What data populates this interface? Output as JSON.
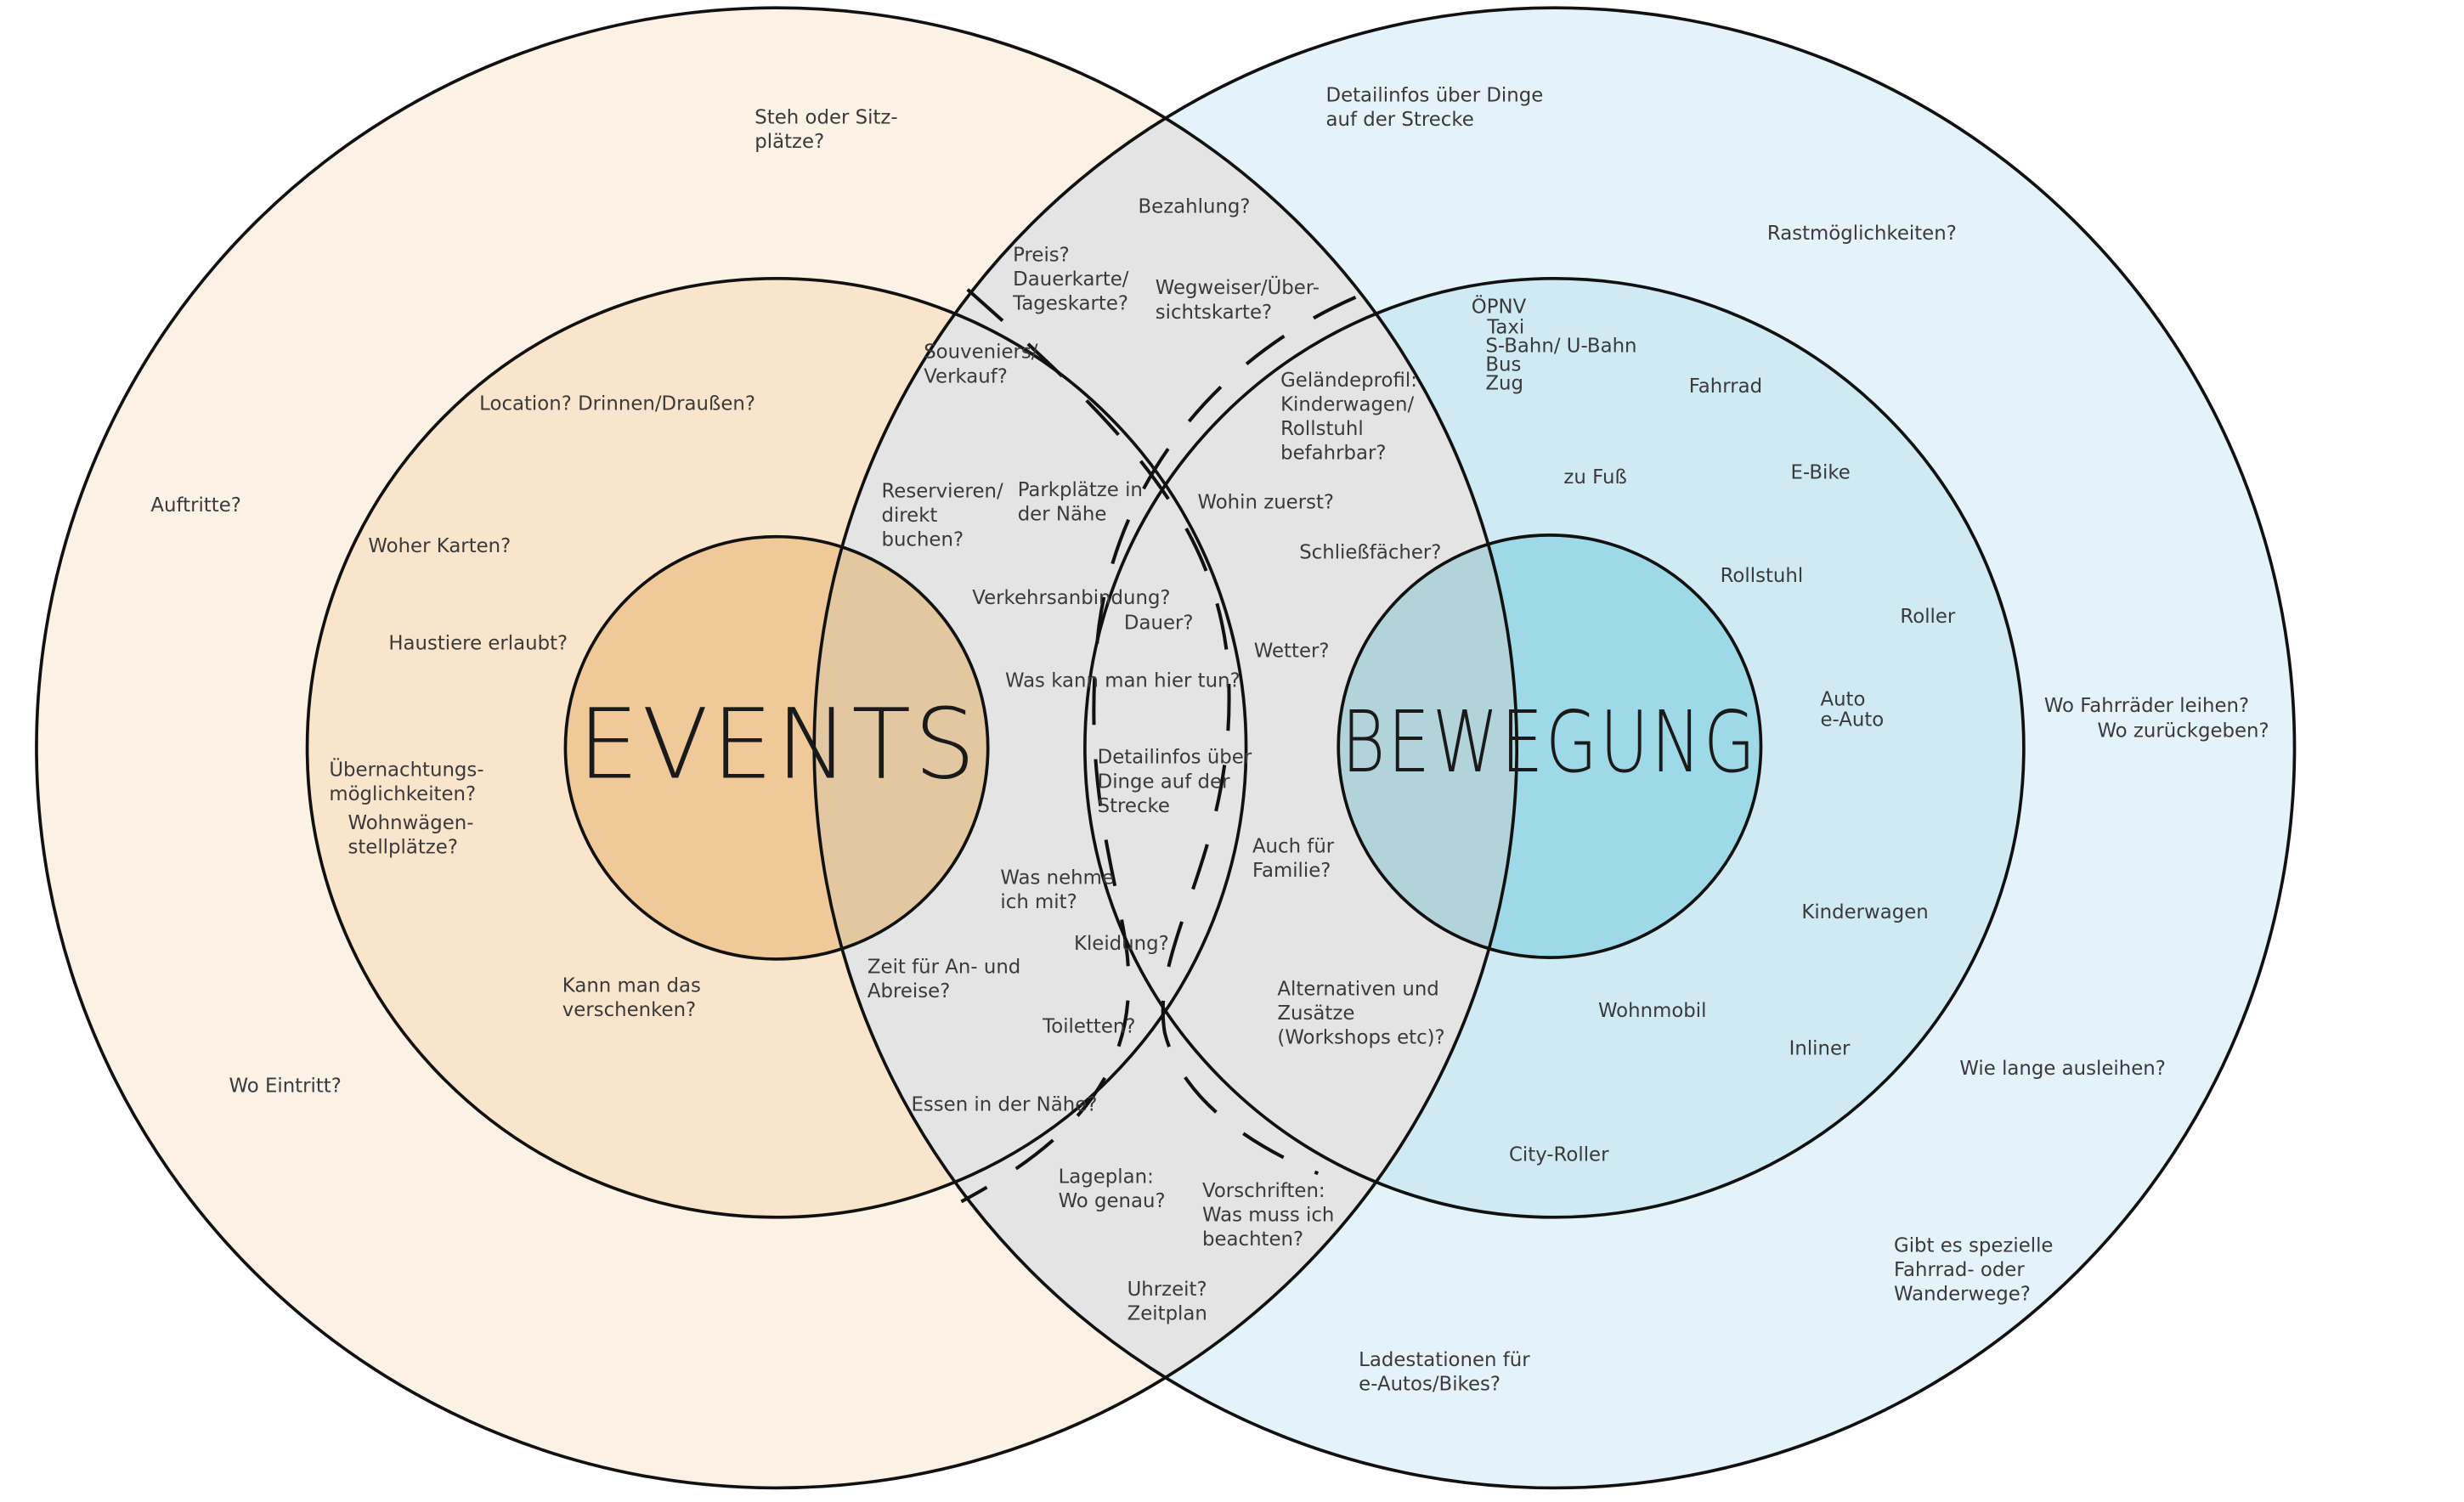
{
  "colors": {
    "events_outer": "#fbf1e4",
    "events_inner": "#f8e5cc",
    "events_core": "#efc998",
    "overlap": "#e4e4e4",
    "bewegung_outer": "#e3f3f9",
    "bewegung_inner": "#d0eaf4",
    "bewegung_core": "#9dd9e6",
    "core_overlap_events": "#e3c7a0",
    "core_overlap_bewegung": "#b3d3da",
    "stroke": "#111111"
  },
  "diagram": {
    "events_title": "EVENTS",
    "bewegung_title": "BEWEGUNG",
    "labels": [
      {
        "id": "steh",
        "lines": [
          "Steh oder Sitz-",
          "plätze?"
        ]
      },
      {
        "id": "auftritte",
        "lines": [
          "Auftritte?"
        ]
      },
      {
        "id": "location",
        "lines": [
          "Location? Drinnen/Draußen?"
        ]
      },
      {
        "id": "woher-karten",
        "lines": [
          "Woher Karten?"
        ]
      },
      {
        "id": "haustiere",
        "lines": [
          "Haustiere erlaubt?"
        ]
      },
      {
        "id": "uebernachtung",
        "lines": [
          "Übernachtungs-",
          "möglichkeiten?"
        ]
      },
      {
        "id": "wohnwagen",
        "lines": [
          "Wohnwägen-",
          "stellplätze?"
        ]
      },
      {
        "id": "verschenken",
        "lines": [
          "Kann man das",
          "verschenken?"
        ]
      },
      {
        "id": "wo-eintritt",
        "lines": [
          "Wo Eintritt?"
        ]
      },
      {
        "id": "bezahlung",
        "lines": [
          "Bezahlung?"
        ]
      },
      {
        "id": "preis",
        "lines": [
          "Preis?",
          "Dauerkarte/",
          "Tageskarte?"
        ]
      },
      {
        "id": "wegweiser",
        "lines": [
          "Wegweiser/Über-",
          "sichtskarte?"
        ]
      },
      {
        "id": "souvenirs",
        "lines": [
          "Souveniers/",
          "Verkauf?"
        ]
      },
      {
        "id": "gelaendeprofil",
        "lines": [
          "Geländeprofil:",
          "Kinderwagen/",
          "Rollstuhl",
          "befahrbar?"
        ]
      },
      {
        "id": "reservieren",
        "lines": [
          "Reservieren/",
          "direkt",
          "buchen?"
        ]
      },
      {
        "id": "parkplaetze",
        "lines": [
          "Parkplätze in",
          "der Nähe"
        ]
      },
      {
        "id": "wohin",
        "lines": [
          "Wohin zuerst?"
        ]
      },
      {
        "id": "schliessfaecher",
        "lines": [
          "Schließfächer?"
        ]
      },
      {
        "id": "verkehrsanbindung",
        "lines": [
          "Verkehrsanbindung?"
        ]
      },
      {
        "id": "dauer",
        "lines": [
          "Dauer?"
        ]
      },
      {
        "id": "wetter",
        "lines": [
          "Wetter?"
        ]
      },
      {
        "id": "was-kann-man",
        "lines": [
          "Was kann man hier tun?"
        ]
      },
      {
        "id": "detailinfos-mid",
        "lines": [
          "Detailinfos über",
          "Dinge auf der",
          "Strecke"
        ]
      },
      {
        "id": "auch-familie",
        "lines": [
          "Auch für",
          "Familie?"
        ]
      },
      {
        "id": "was-nehme",
        "lines": [
          "Was nehme",
          "ich mit?"
        ]
      },
      {
        "id": "kleidung",
        "lines": [
          "Kleidung?"
        ]
      },
      {
        "id": "zeit-an-abreise",
        "lines": [
          "Zeit für An- und",
          "Abreise?"
        ]
      },
      {
        "id": "alternativen",
        "lines": [
          "Alternativen und",
          "Zusätze",
          "(Workshops etc)?"
        ]
      },
      {
        "id": "toiletten",
        "lines": [
          "Toiletten?"
        ]
      },
      {
        "id": "essen",
        "lines": [
          "Essen in der Nähe?"
        ]
      },
      {
        "id": "lageplan",
        "lines": [
          "Lageplan:",
          "Wo genau?"
        ]
      },
      {
        "id": "vorschriften",
        "lines": [
          "Vorschriften:",
          "Was muss ich",
          "beachten?"
        ]
      },
      {
        "id": "uhrzeit",
        "lines": [
          "Uhrzeit?",
          "Zeitplan"
        ]
      },
      {
        "id": "detailinfos-top",
        "lines": [
          "Detailinfos über Dinge",
          "auf der Strecke"
        ]
      },
      {
        "id": "rast",
        "lines": [
          "Rastmöglichkeiten?"
        ]
      },
      {
        "id": "oepnv",
        "lines": [
          "ÖPNV"
        ]
      },
      {
        "id": "taxi",
        "lines": [
          "Taxi"
        ]
      },
      {
        "id": "sbahn",
        "lines": [
          "S-Bahn/ U-Bahn"
        ]
      },
      {
        "id": "bus",
        "lines": [
          "Bus"
        ]
      },
      {
        "id": "zug",
        "lines": [
          "Zug"
        ]
      },
      {
        "id": "fahrrad",
        "lines": [
          "Fahrrad"
        ]
      },
      {
        "id": "zu-fuss",
        "lines": [
          "zu Fuß"
        ]
      },
      {
        "id": "ebike",
        "lines": [
          "E-Bike"
        ]
      },
      {
        "id": "rollstuhl",
        "lines": [
          "Rollstuhl"
        ]
      },
      {
        "id": "roller",
        "lines": [
          "Roller"
        ]
      },
      {
        "id": "auto",
        "lines": [
          "Auto"
        ]
      },
      {
        "id": "eauto",
        "lines": [
          "e-Auto"
        ]
      },
      {
        "id": "fahrraeder-leihen",
        "lines": [
          "Wo Fahrräder leihen?"
        ]
      },
      {
        "id": "zurueckgeben",
        "lines": [
          "Wo zurückgeben?"
        ]
      },
      {
        "id": "kinderwagen",
        "lines": [
          "Kinderwagen"
        ]
      },
      {
        "id": "wohnmobil",
        "lines": [
          "Wohnmobil"
        ]
      },
      {
        "id": "inliner",
        "lines": [
          "Inliner"
        ]
      },
      {
        "id": "wie-lange",
        "lines": [
          "Wie lange ausleihen?"
        ]
      },
      {
        "id": "city-roller",
        "lines": [
          "City-Roller"
        ]
      },
      {
        "id": "gibt-es",
        "lines": [
          "Gibt es spezielle",
          "Fahrrad- oder",
          "Wanderwege?"
        ]
      },
      {
        "id": "ladestationen",
        "lines": [
          "Ladestationen für",
          "e-Autos/Bikes?"
        ]
      }
    ]
  }
}
